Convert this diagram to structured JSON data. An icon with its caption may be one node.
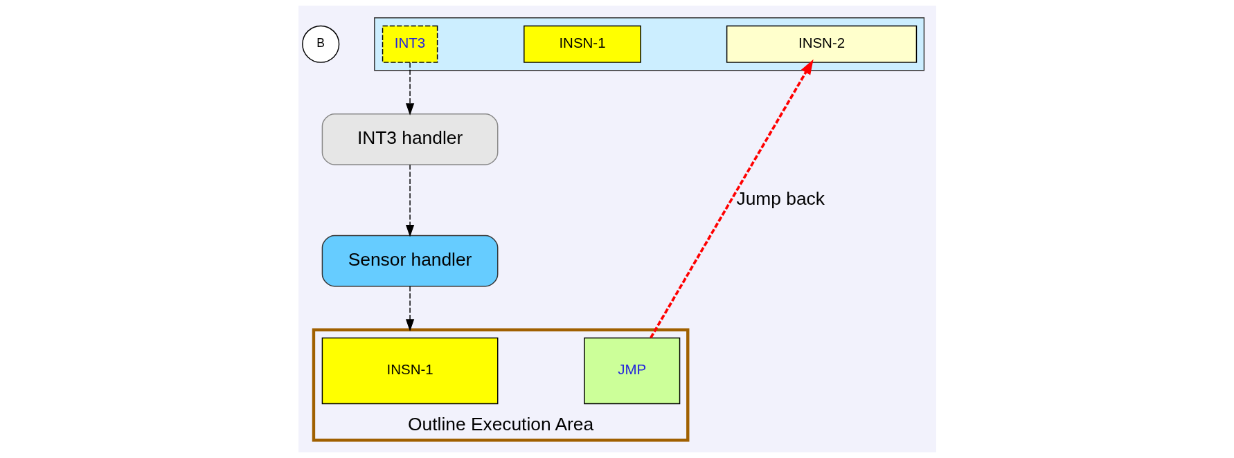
{
  "diagram": {
    "nodes": [
      {
        "text": [
          "B"
        ]
      },
      {
        "text": [],
        "shape": "bar"
      },
      {
        "text": [
          "INT3"
        ],
        "in": 1
      },
      {
        "text": [
          "INSN-1"
        ],
        "in": 1
      },
      {
        "text": [
          "INSN-2"
        ],
        "in": 1
      },
      {
        "text": [
          "INT3 handler"
        ]
      },
      {
        "text": [
          "Sensor handler"
        ]
      },
      {
        "text": [
          "Outline Execution Area"
        ]
      },
      {
        "text": [
          "INSN-1"
        ],
        "in": 7
      },
      {
        "text": [
          "JMP"
        ],
        "in": 7
      }
    ],
    "edges": [
      {
        "from": 2,
        "to": 5,
        "arrow": "to",
        "style": "dashed"
      },
      {
        "from": 5,
        "to": 6,
        "arrow": "to",
        "style": "dashed"
      },
      {
        "from": 6,
        "to": 7,
        "arrow": "to",
        "style": "dashed"
      },
      {
        "from": 9,
        "to": 4,
        "arrow": "to",
        "style": "dashed",
        "color": "#ff0000",
        "label": "Jump back"
      }
    ]
  }
}
